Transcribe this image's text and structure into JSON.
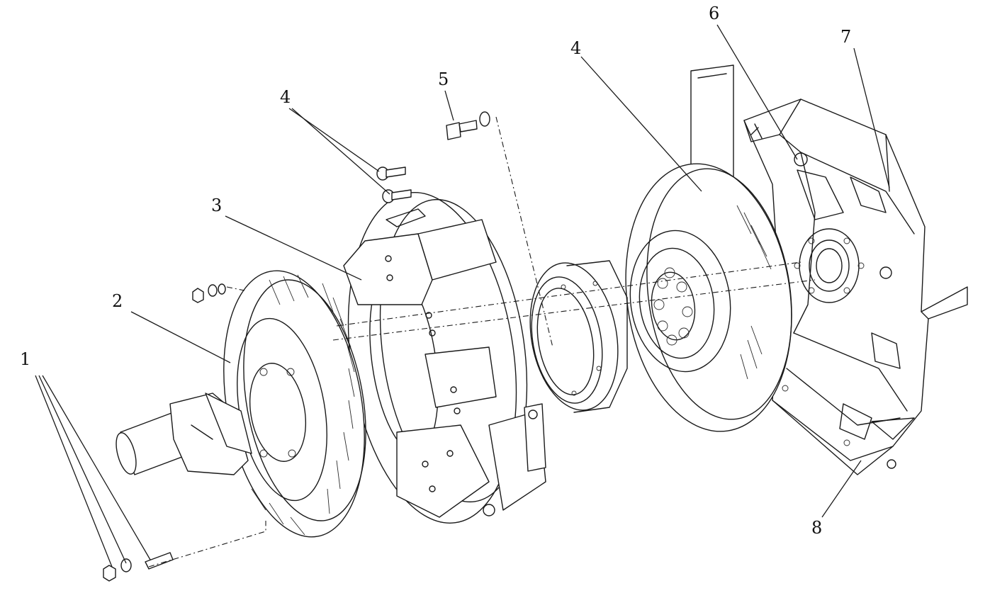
{
  "callouts": [
    {
      "id": "c1",
      "text": "1"
    },
    {
      "id": "c2",
      "text": "2"
    },
    {
      "id": "c3",
      "text": "3"
    },
    {
      "id": "c4a",
      "text": "4"
    },
    {
      "id": "c4b",
      "text": "4"
    },
    {
      "id": "c5",
      "text": "5"
    },
    {
      "id": "c6",
      "text": "6"
    },
    {
      "id": "c7",
      "text": "7"
    },
    {
      "id": "c8",
      "text": "8"
    }
  ],
  "colors": {
    "line": "#1a1a1a",
    "background": "#ffffff"
  }
}
